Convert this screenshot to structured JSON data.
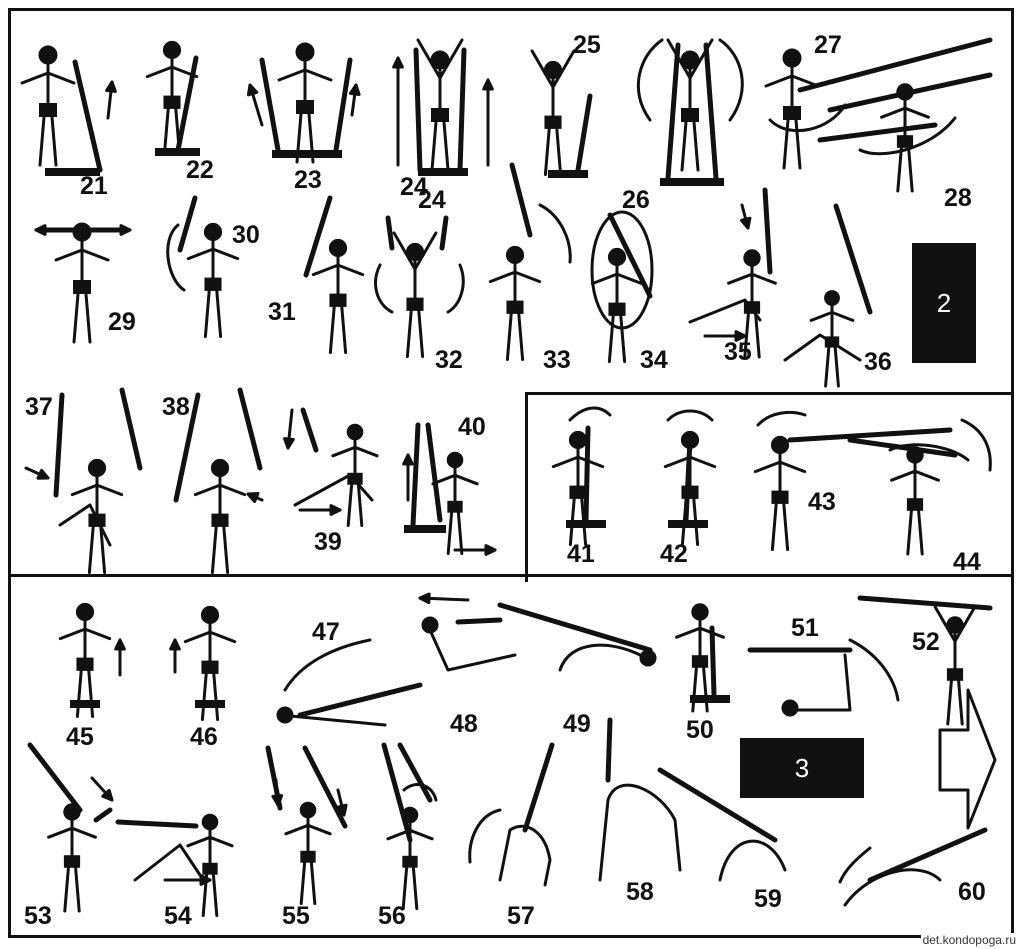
{
  "plate": {
    "credit": "det.kondopoga.ru",
    "sections": [
      "2",
      "3"
    ],
    "exercise_numbers": [
      "21",
      "22",
      "23",
      "24",
      "25",
      "26",
      "27",
      "28",
      "29",
      "30",
      "31",
      "32",
      "24",
      "26",
      "33",
      "34",
      "35",
      "36",
      "37",
      "38",
      "39",
      "40",
      "41",
      "42",
      "43",
      "44",
      "45",
      "46",
      "47",
      "48",
      "49",
      "50",
      "51",
      "52",
      "53",
      "54",
      "55",
      "56",
      "57",
      "58",
      "59",
      "60"
    ]
  }
}
